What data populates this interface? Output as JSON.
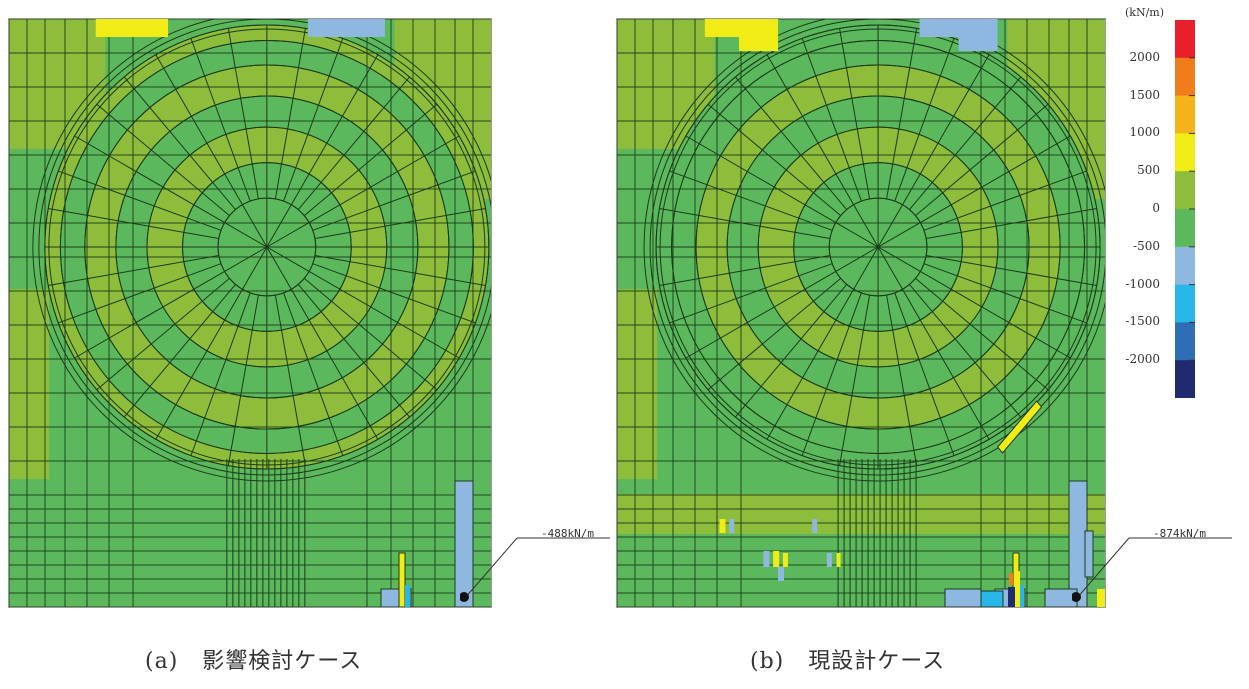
{
  "panels": [
    {
      "id": "a",
      "caption_label": "(a)",
      "caption_text": "影響検討ケース",
      "callout": "-488kN/m"
    },
    {
      "id": "b",
      "caption_label": "(b)",
      "caption_text": "現設計ケース",
      "callout": "-874kN/m"
    }
  ],
  "legend": {
    "unit": "(kN/m)",
    "ticks": [
      "2000",
      "1500",
      "1000",
      "500",
      "0",
      "-500",
      "-1000",
      "-1500",
      "-2000"
    ],
    "bands": [
      {
        "label": "> 2000",
        "color": "#e8202a"
      },
      {
        "label": "1500–2000",
        "color": "#f07c1c"
      },
      {
        "label": "1000–1500",
        "color": "#f6b21a"
      },
      {
        "label": "500–1000",
        "color": "#f2ec16"
      },
      {
        "label": "0–500",
        "color": "#8dbd3b"
      },
      {
        "label": "-500–0",
        "color": "#5cb85c"
      },
      {
        "label": "-1000–-500",
        "color": "#8fb8e0"
      },
      {
        "label": "-1500–-1000",
        "color": "#29b6e8"
      },
      {
        "label": "-2000–-1500",
        "color": "#2f6db5"
      },
      {
        "label": "< -2000",
        "color": "#202a6e"
      }
    ]
  },
  "colors": {
    "green": "#5cb85c",
    "yellow_green": "#8dbd3b",
    "yellow": "#f2ec16",
    "light_blue": "#8fb8e0",
    "cyan": "#29b6e8",
    "navy": "#202a6e",
    "orange": "#f07c1c",
    "mesh_line": "#1b3b1b"
  }
}
